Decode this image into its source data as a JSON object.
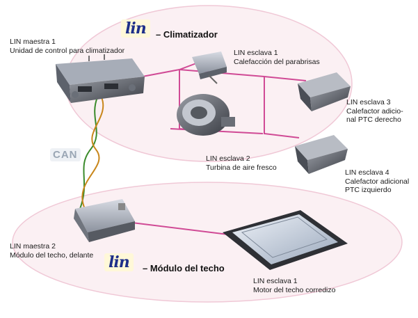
{
  "logos": {
    "lin_top": "lin",
    "lin_bottom": "lin",
    "can": "CAN"
  },
  "groups": {
    "top_title": "– Climatizador",
    "bottom_title": "– Módulo del techo"
  },
  "labels": {
    "master1": [
      "LIN maestra 1",
      "Unidad de control para climatizador"
    ],
    "slave1_windshield": [
      "LIN esclava 1",
      "Calefacción del parabrisas"
    ],
    "slave2_turbine": [
      "LIN esclava 2",
      "Turbina de aire fresco"
    ],
    "slave3": [
      "LIN esclava 3",
      "Calefactor adicio-",
      "nal PTC derecho"
    ],
    "slave4": [
      "LIN esclava 4",
      "Calefactor adicional",
      "PTC izquierdo"
    ],
    "master2": [
      "LIN maestra 2",
      "Módulo del techo, delante"
    ],
    "slave1_roof": [
      "LIN esclava 1",
      "Motor del techo corredizo"
    ]
  },
  "colors": {
    "lin_wire": "#d04a95",
    "can_wire_a": "#3a8a2a",
    "can_wire_b": "#c8861a",
    "ellipse_fill": "#fbf0f3",
    "ellipse_stroke": "#f0c8d6",
    "lin_logo": "#1e2f8a"
  }
}
